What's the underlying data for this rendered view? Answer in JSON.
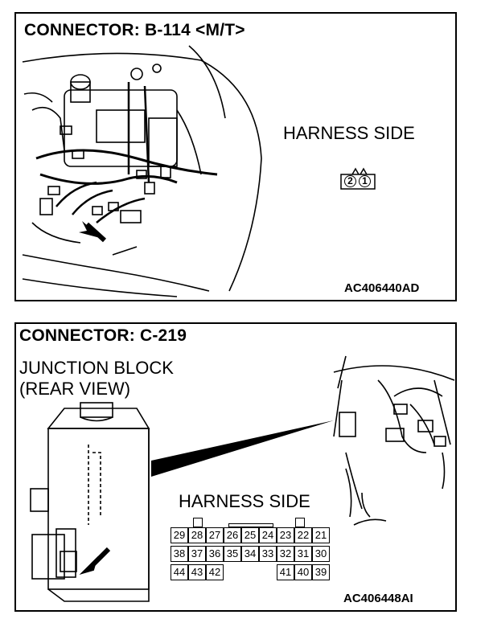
{
  "top": {
    "title": "CONNECTOR: B-114 <M/T>",
    "harness_label": "HARNESS SIDE",
    "pins": [
      "2",
      "1"
    ],
    "code": "AC406440AD"
  },
  "bottom": {
    "title": "CONNECTOR: C-219",
    "jb_line1": "JUNCTION BLOCK",
    "jb_line2": "(REAR VIEW)",
    "harness_label": "HARNESS SIDE",
    "code": "AC406448AI",
    "rows": [
      [
        "29",
        "28",
        "27",
        "26",
        "25",
        "24",
        "23",
        "22",
        "21"
      ],
      [
        "38",
        "37",
        "36",
        "35",
        "34",
        "33",
        "32",
        "31",
        "30"
      ],
      [
        "44",
        "43",
        "42",
        "",
        "",
        "",
        "41",
        "40",
        "39"
      ]
    ]
  }
}
